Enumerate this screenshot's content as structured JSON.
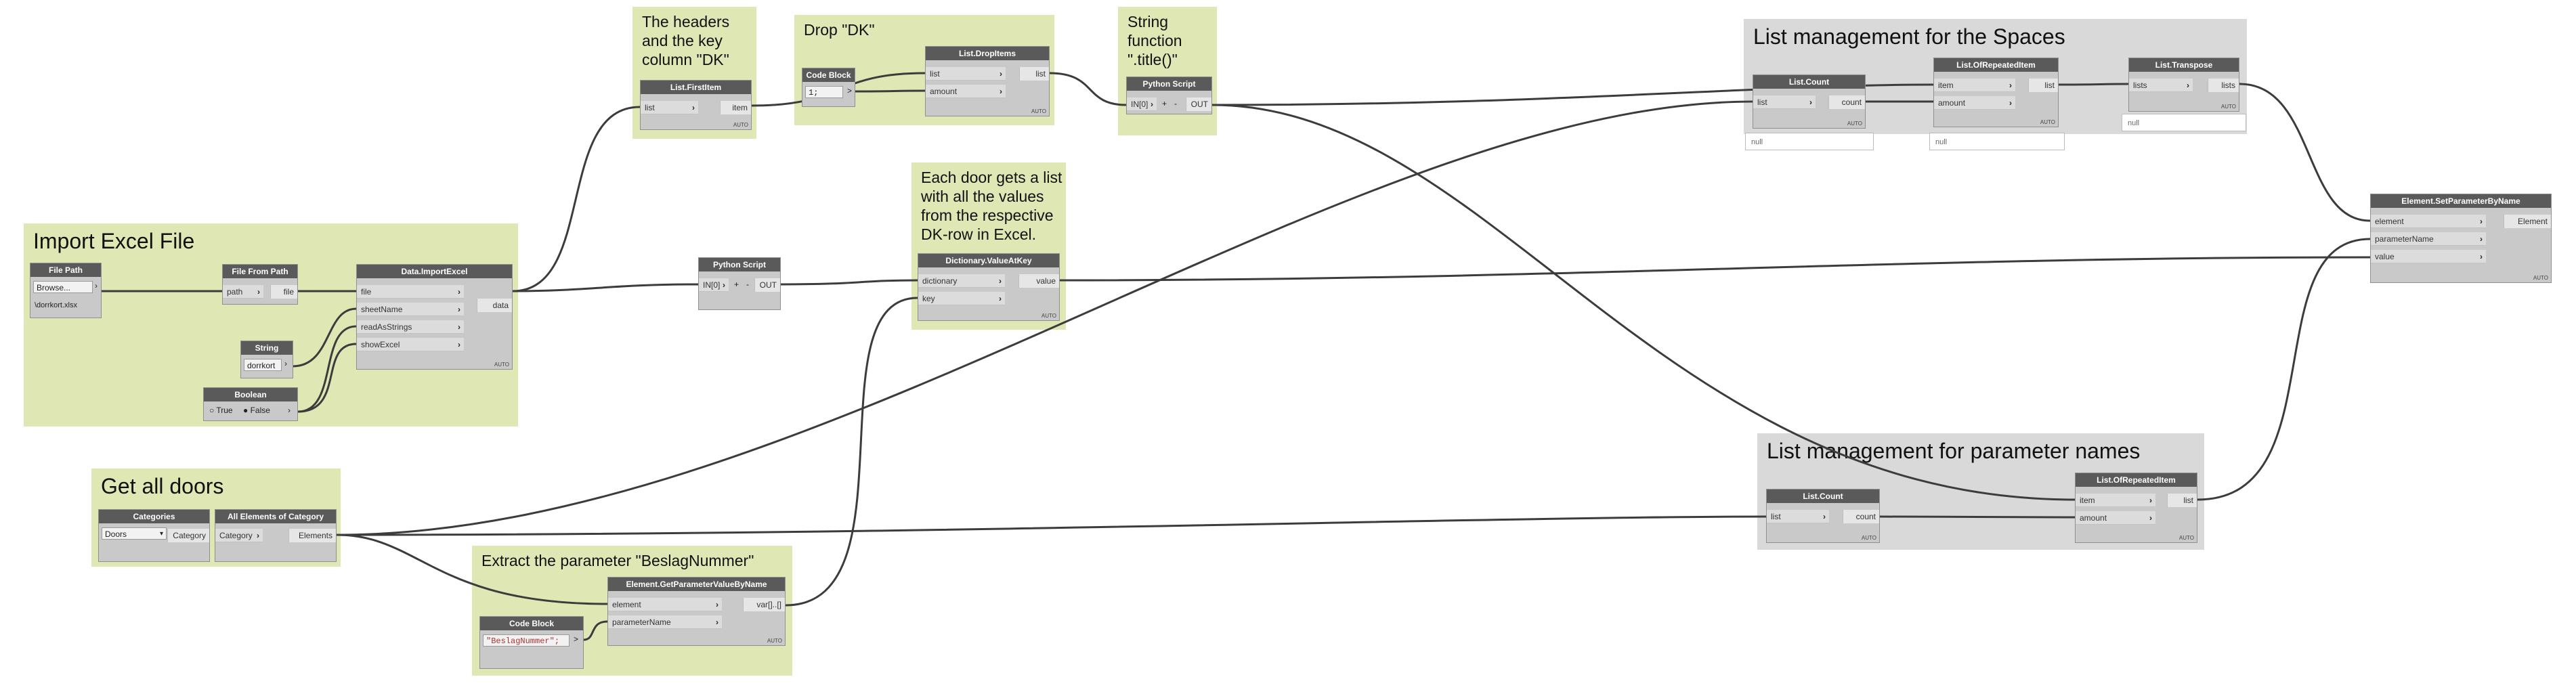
{
  "groups": {
    "import_excel": "Import Excel File",
    "headers": "The headers and the key column \"DK\"",
    "drop_dk": "Drop \"DK\"",
    "string_function": "String function \".title()\"",
    "each_door": "Each door gets a list with all the values from the respective DK-row in Excel.",
    "spaces": "List management for the Spaces",
    "parameter_names": "List management for parameter names",
    "get_doors": "Get all doors",
    "extract_param": "Extract the parameter \"BeslagNummer\""
  },
  "nodes": {
    "file_path": {
      "title": "File Path",
      "browse": "Browse...",
      "path_value": "\\dorrkort.xlsx"
    },
    "file_from_path": {
      "title": "File From Path",
      "in_path": "path",
      "out_file": "file"
    },
    "string_node": {
      "title": "String",
      "value": "dorrkort"
    },
    "boolean_node": {
      "title": "Boolean",
      "true_label": "True",
      "false_label": "False"
    },
    "import_excel": {
      "title": "Data.ImportExcel",
      "in_file": "file",
      "in_sheet": "sheetName",
      "in_read": "readAsStrings",
      "in_show": "showExcel",
      "out_data": "data",
      "lacing": "AUTO"
    },
    "first_item": {
      "title": "List.FirstItem",
      "in_list": "list",
      "out_item": "item",
      "lacing": "AUTO"
    },
    "code_block_1": {
      "title": "Code Block",
      "code": "1;",
      "out": ">"
    },
    "drop_items": {
      "title": "List.DropItems",
      "in_list": "list",
      "in_amount": "amount",
      "out_list": "list",
      "lacing": "AUTO"
    },
    "python_title": {
      "title": "Python Script",
      "in_port": "IN[0]",
      "plus": "+",
      "minus": "-",
      "out": "OUT"
    },
    "python_main": {
      "title": "Python Script",
      "in_port": "IN[0]",
      "plus": "+",
      "minus": "-",
      "out": "OUT"
    },
    "dict_value": {
      "title": "Dictionary.ValueAtKey",
      "in_dict": "dictionary",
      "in_key": "key",
      "out_value": "value",
      "lacing": "AUTO"
    },
    "count_spaces": {
      "title": "List.Count",
      "in_list": "list",
      "out_count": "count",
      "lacing": "AUTO",
      "preview": "null"
    },
    "repeated_spaces": {
      "title": "List.OfRepeatedItem",
      "in_item": "item",
      "in_amount": "amount",
      "out_list": "list",
      "lacing": "AUTO",
      "preview": "null"
    },
    "transpose": {
      "title": "List.Transpose",
      "in_lists": "lists",
      "out_lists": "lists",
      "lacing": "AUTO",
      "preview": "null"
    },
    "set_param": {
      "title": "Element.SetParameterByName",
      "in_element": "element",
      "in_param": "parameterName",
      "in_value": "value",
      "out_element": "Element",
      "lacing": "AUTO"
    },
    "count_params": {
      "title": "List.Count",
      "in_list": "list",
      "out_count": "count",
      "lacing": "AUTO"
    },
    "repeated_params": {
      "title": "List.OfRepeatedItem",
      "in_item": "item",
      "in_amount": "amount",
      "out_list": "list",
      "lacing": "AUTO"
    },
    "categories": {
      "title": "Categories",
      "value": "Doors",
      "out": "Category"
    },
    "all_elements": {
      "title": "All Elements of Category",
      "in_cat": "Category",
      "out": "Elements"
    },
    "get_param": {
      "title": "Element.GetParameterValueByName",
      "in_element": "element",
      "in_param": "parameterName",
      "out": "var[]..[]",
      "lacing": "AUTO"
    },
    "code_block_2": {
      "title": "Code Block",
      "code": "\"BeslagNummer\";",
      "out": ">"
    }
  },
  "colors": {
    "green_group": "#dfe8b4",
    "grey_group": "#d9d9d9",
    "node_header": "#5a5a5a",
    "node_body": "#c9c9c9",
    "wire": "#3c3c3c"
  }
}
